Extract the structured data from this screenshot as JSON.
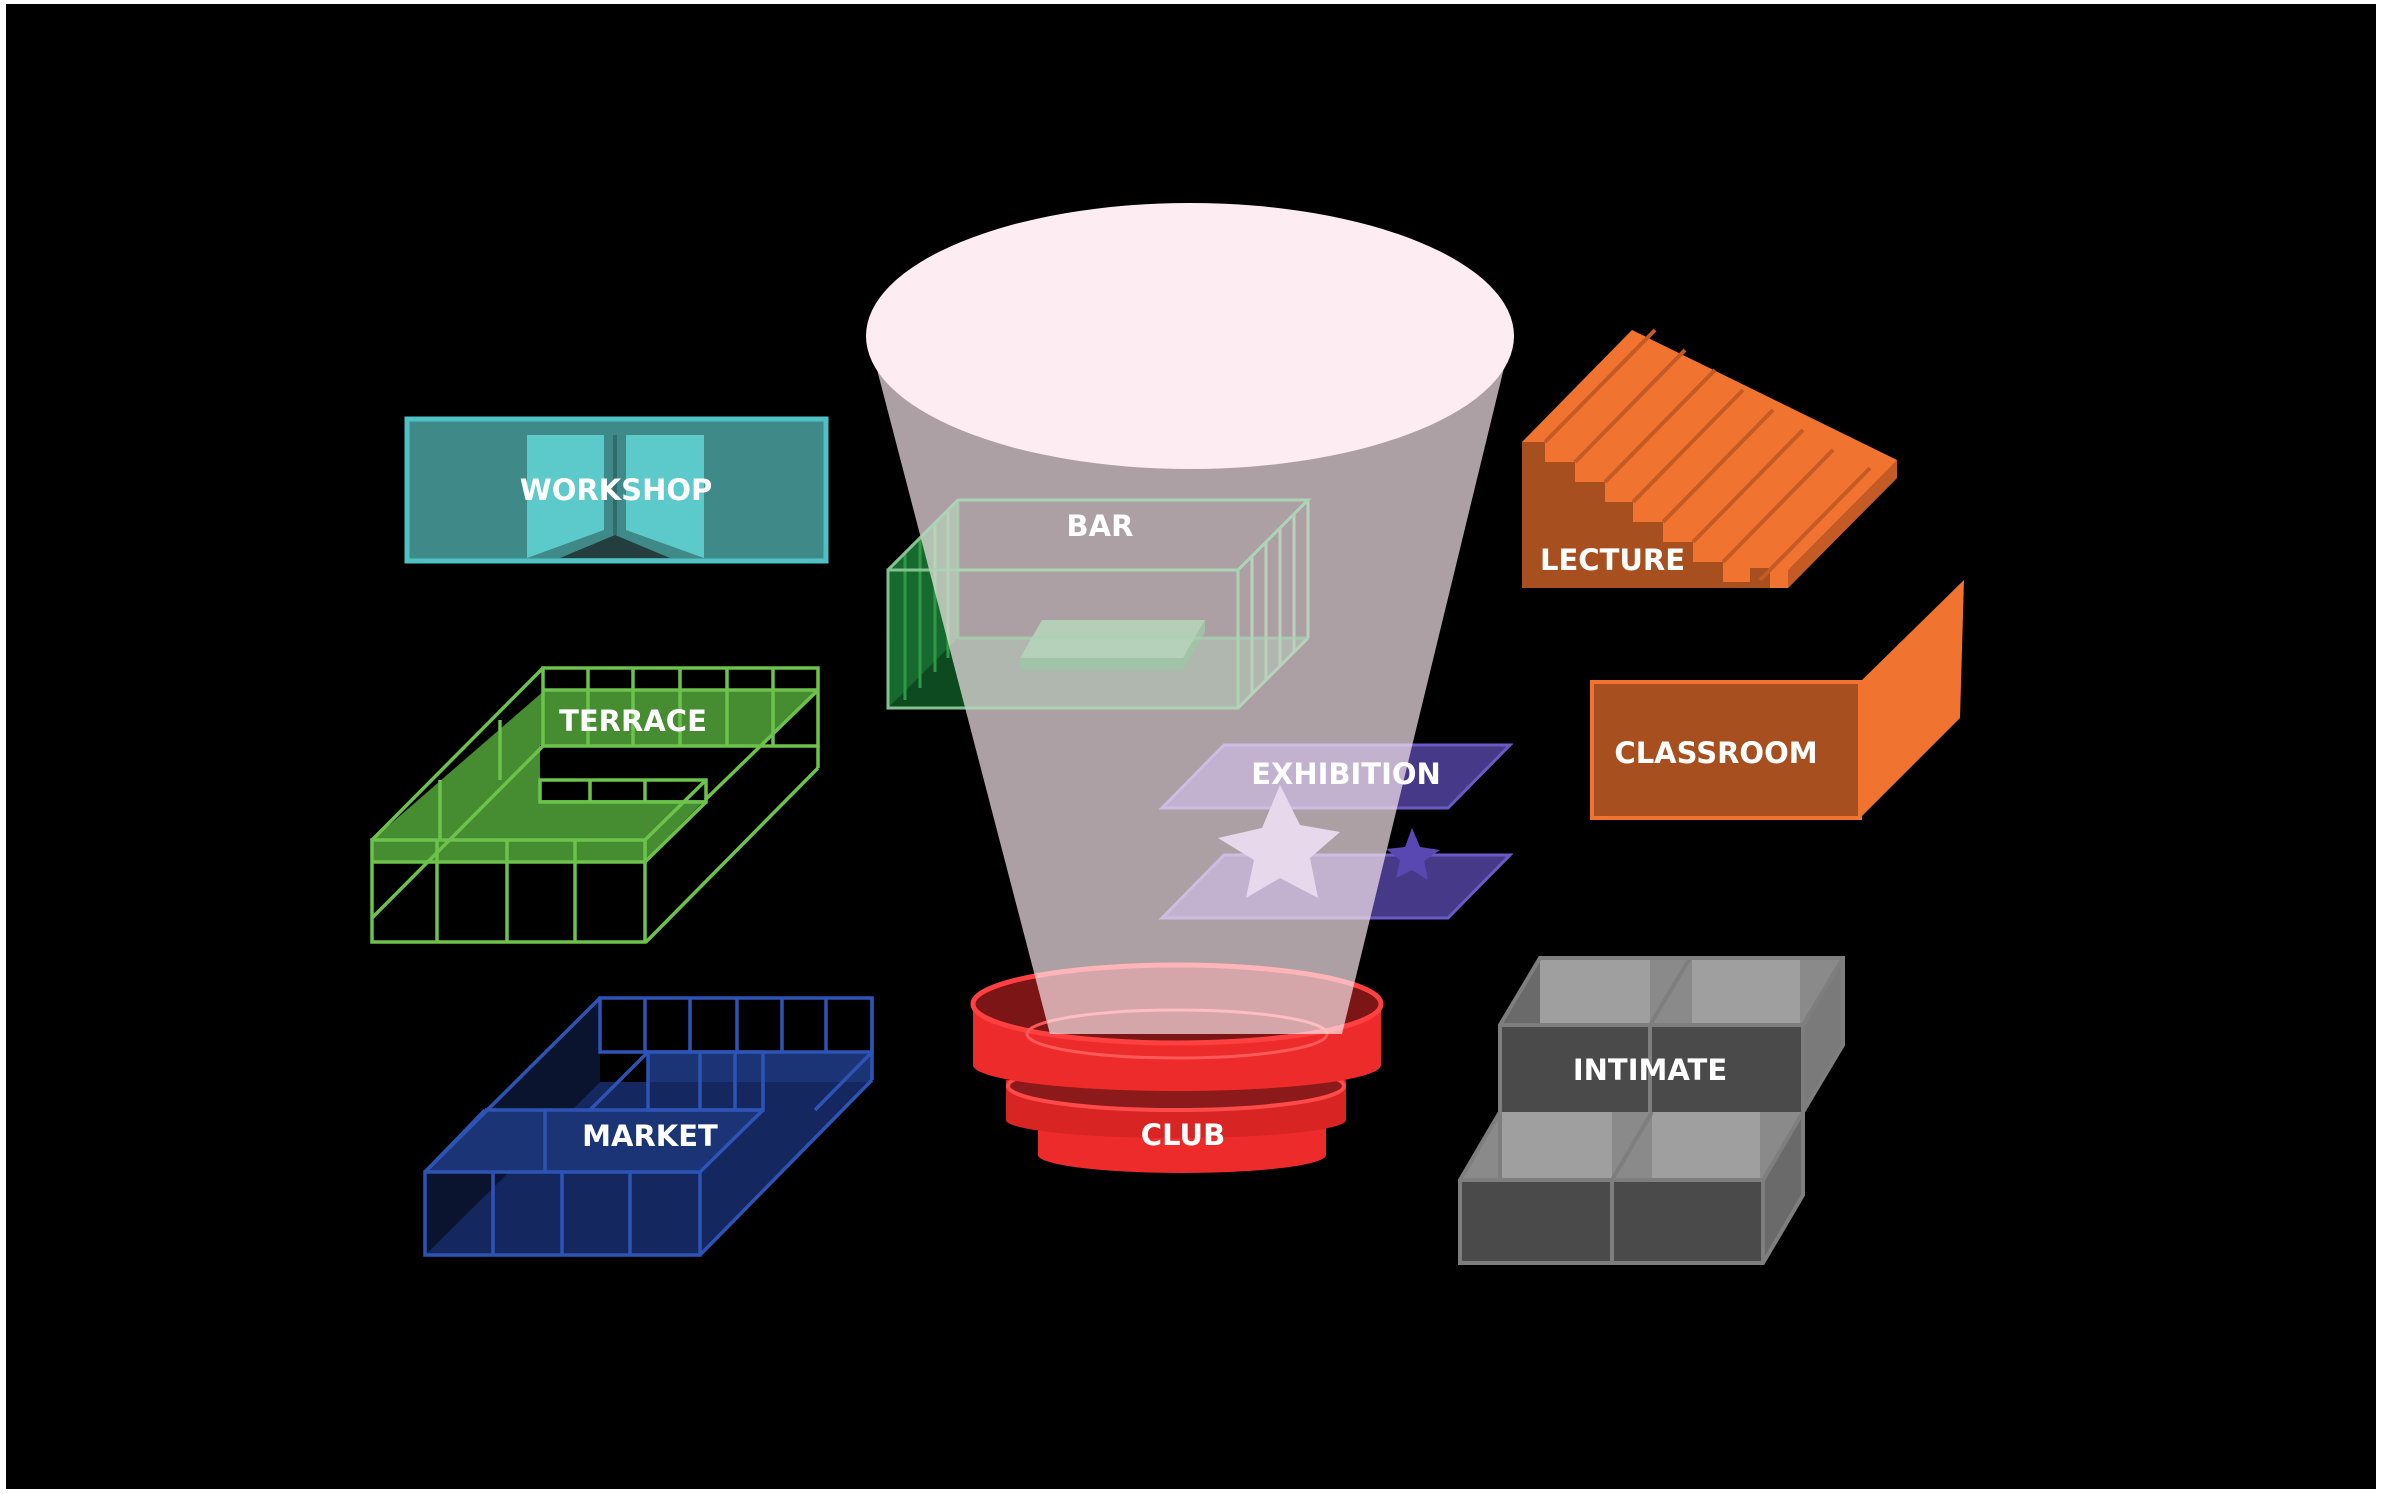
{
  "diagram": {
    "background": "#000000",
    "spaces": [
      {
        "id": "workshop",
        "label": "WORKSHOP",
        "color": "#4fc2c6",
        "icon": "partition-wall-icon"
      },
      {
        "id": "bar",
        "label": "BAR",
        "color": "#1e7a38",
        "icon": "wireframe-box-icon"
      },
      {
        "id": "terrace",
        "label": "TERRACE",
        "color": "#5db443",
        "icon": "wireframe-terrace-icon"
      },
      {
        "id": "market",
        "label": "MARKET",
        "color": "#2a4fa8",
        "icon": "wireframe-grid-icon"
      },
      {
        "id": "club",
        "label": "CLUB",
        "color": "#ee2b2b",
        "icon": "stacked-discs-icon"
      },
      {
        "id": "exhibition",
        "label": "EXHIBITION",
        "color": "#463a88",
        "icon": "stacked-planes-star-icon"
      },
      {
        "id": "lecture",
        "label": "LECTURE",
        "color": "#f07430",
        "icon": "stairs-icon"
      },
      {
        "id": "classroom",
        "label": "CLASSROOM",
        "color": "#f07430",
        "icon": "open-box-icon"
      },
      {
        "id": "intimate",
        "label": "INTIMATE",
        "color": "#9a9a9a",
        "icon": "box-cells-icon"
      }
    ],
    "light_cone_color": "#fdecf1"
  }
}
